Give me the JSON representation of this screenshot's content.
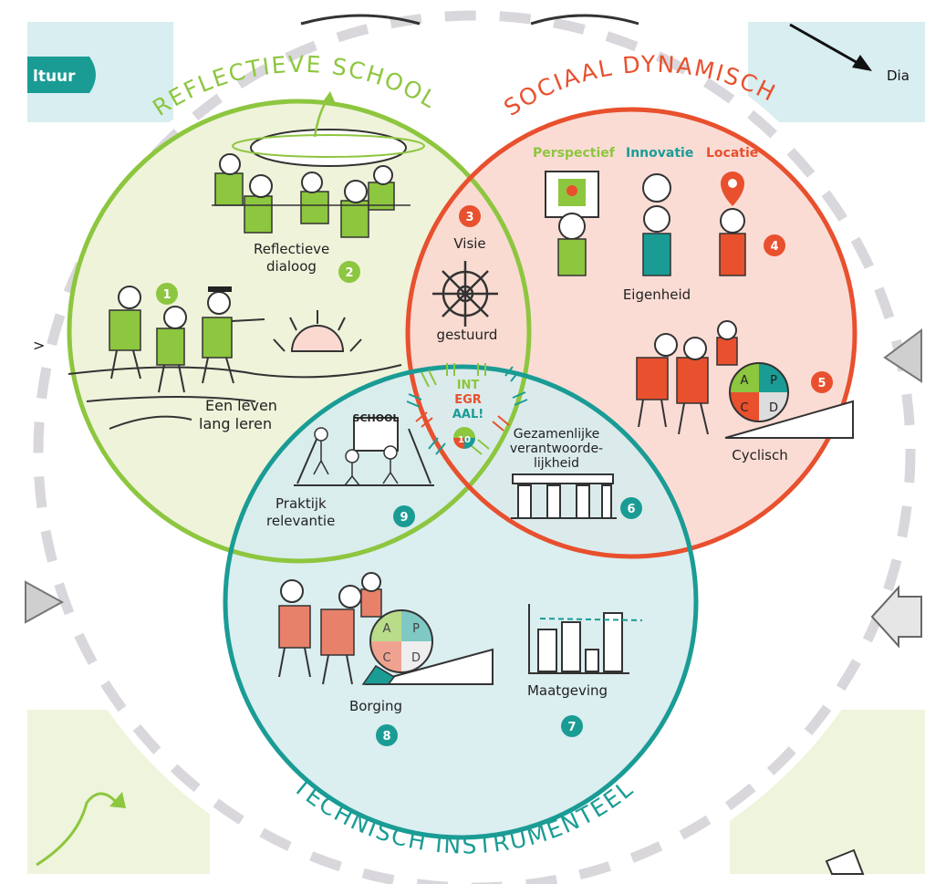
{
  "colors": {
    "green": "#8dc63f",
    "red": "#e8502e",
    "teal": "#1a9c95",
    "green_fill": "#eef3da",
    "red_fill": "#fbd9d1",
    "teal_fill": "#d7ecee",
    "outer_fill": "#ffffff",
    "dash": "#d9d7db",
    "bg_teal": "#d8eef0",
    "bg_green": "#eef5dc"
  },
  "edge": {
    "left_tag": "ltuur",
    "right_text": "Dia"
  },
  "circles": {
    "green": {
      "title": "REFLECTIEVE SCHOOL"
    },
    "red": {
      "title": "SOCIAAL DYNAMISCH"
    },
    "teal": {
      "title": "TECHNISCH INSTRUMENTEEL"
    }
  },
  "items": {
    "reflectieve_dialoog": {
      "number": "2",
      "line1": "Reflectieve",
      "line2": "dialoog"
    },
    "een_leven": {
      "number": "1",
      "line1": "Een leven",
      "line2": "lang leren"
    },
    "visie": {
      "number": "3",
      "label": "Visie",
      "sub": "gestuurd"
    },
    "perspectief": "Perspectief",
    "innovatie": "Innovatie",
    "locatie": "Locatie",
    "eigenheid": {
      "number": "4",
      "label": "Eigenheid"
    },
    "cyclisch": {
      "number": "5",
      "label": "Cyclisch",
      "pdca": [
        "A",
        "P",
        "C",
        "D"
      ]
    },
    "integraal": {
      "number": "10",
      "line1": "INT",
      "line2": "EGR",
      "line3": "AAL!"
    },
    "gezamenlijk": {
      "number": "6",
      "line1": "Gezamenlijke",
      "line2": "verantwoorde-",
      "line3": "lijkheid"
    },
    "praktijk": {
      "number": "9",
      "line1": "Praktijk",
      "line2": "relevantie",
      "sign": "SCHOOL"
    },
    "borging": {
      "number": "8",
      "label": "Borging",
      "pdca": [
        "A",
        "P",
        "C",
        "D"
      ]
    },
    "maatgeving": {
      "number": "7",
      "label": "Maatgeving"
    }
  }
}
